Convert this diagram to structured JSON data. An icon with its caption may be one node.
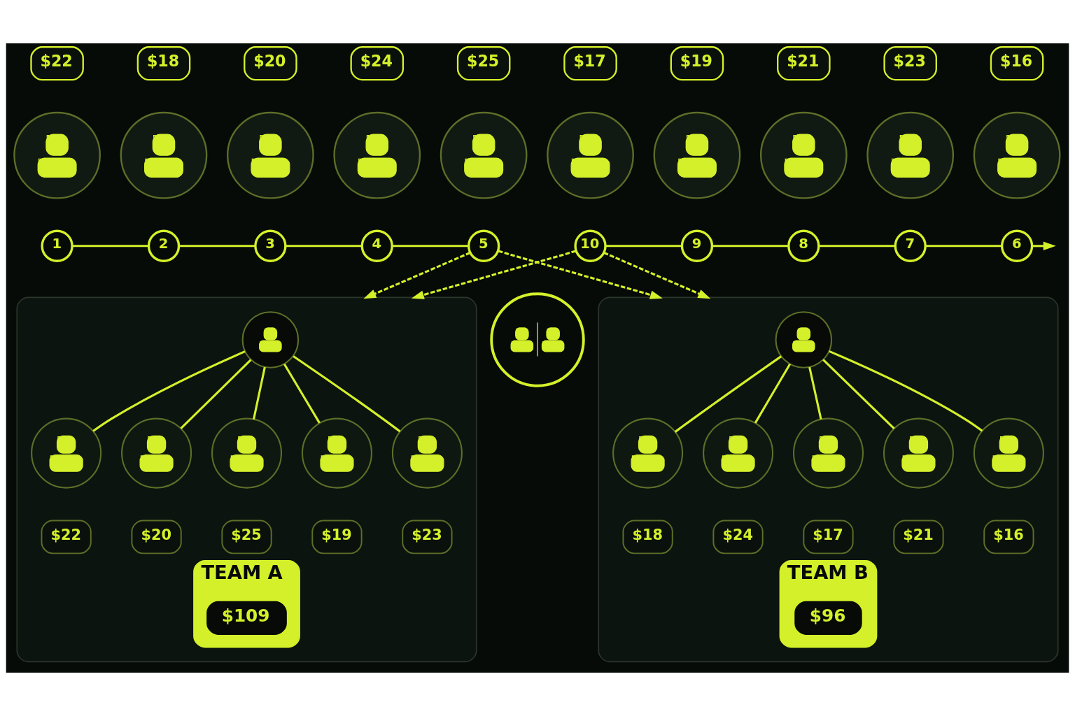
{
  "diagram": {
    "nodes": [
      {
        "text": [
          "$22"
        ]
      },
      {
        "text": [
          "$18"
        ]
      },
      {
        "text": [
          "$20"
        ]
      },
      {
        "text": [
          "$24"
        ]
      },
      {
        "text": [
          "$25"
        ]
      },
      {
        "text": [
          "$17"
        ]
      },
      {
        "text": [
          "$19"
        ]
      },
      {
        "text": [
          "$21"
        ]
      },
      {
        "text": [
          "$23"
        ]
      },
      {
        "text": [
          "$16"
        ]
      },
      {
        "text": [],
        "shape": "person"
      },
      {
        "text": [],
        "shape": "person"
      },
      {
        "text": [],
        "shape": "person"
      },
      {
        "text": [],
        "shape": "person"
      },
      {
        "text": [],
        "shape": "person"
      },
      {
        "text": [],
        "shape": "person"
      },
      {
        "text": [],
        "shape": "person"
      },
      {
        "text": [],
        "shape": "person"
      },
      {
        "text": [],
        "shape": "person"
      },
      {
        "text": [],
        "shape": "person"
      },
      {
        "text": [
          "1"
        ]
      },
      {
        "text": [
          "2"
        ]
      },
      {
        "text": [
          "3"
        ]
      },
      {
        "text": [
          "4"
        ]
      },
      {
        "text": [
          "5"
        ]
      },
      {
        "text": [
          "10"
        ]
      },
      {
        "text": [
          "9"
        ]
      },
      {
        "text": [
          "8"
        ]
      },
      {
        "text": [
          "7"
        ]
      },
      {
        "text": [
          "6"
        ]
      },
      {
        "text": [],
        "shape": "circle"
      },
      {
        "text": [],
        "shape": "box"
      },
      {
        "text": [],
        "shape": "person",
        "in": 31
      },
      {
        "text": [],
        "shape": "person",
        "in": 31
      },
      {
        "text": [],
        "shape": "person",
        "in": 31
      },
      {
        "text": [],
        "shape": "person",
        "in": 31
      },
      {
        "text": [],
        "shape": "person",
        "in": 31
      },
      {
        "text": [],
        "shape": "person",
        "in": 31
      },
      {
        "text": [
          "$22"
        ],
        "in": 31
      },
      {
        "text": [
          "$20"
        ],
        "in": 31
      },
      {
        "text": [
          "$25"
        ],
        "in": 31
      },
      {
        "text": [
          "$19"
        ],
        "in": 31
      },
      {
        "text": [
          "$23"
        ],
        "in": 31
      },
      {
        "text": [
          "TEAM A"
        ],
        "in": 31
      },
      {
        "text": [
          "$109"
        ],
        "in": 43
      },
      {
        "text": [],
        "shape": "box"
      },
      {
        "text": [],
        "shape": "person",
        "in": 45
      },
      {
        "text": [],
        "shape": "person",
        "in": 45
      },
      {
        "text": [],
        "shape": "person",
        "in": 45
      },
      {
        "text": [],
        "shape": "person",
        "in": 45
      },
      {
        "text": [],
        "shape": "person",
        "in": 45
      },
      {
        "text": [],
        "shape": "person",
        "in": 45
      },
      {
        "text": [
          "$18"
        ],
        "in": 45
      },
      {
        "text": [
          "$24"
        ],
        "in": 45
      },
      {
        "text": [
          "$17"
        ],
        "in": 45
      },
      {
        "text": [
          "$21"
        ],
        "in": 45
      },
      {
        "text": [
          "$16"
        ],
        "in": 45
      },
      {
        "text": [
          "TEAM B"
        ],
        "in": 45
      },
      {
        "text": [
          "$96"
        ],
        "in": 57
      }
    ],
    "edges": [
      {
        "from": 20,
        "to": 21,
        "arrow": "none"
      },
      {
        "from": 21,
        "to": 22,
        "arrow": "none"
      },
      {
        "from": 22,
        "to": 23,
        "arrow": "none"
      },
      {
        "from": 23,
        "to": 24,
        "arrow": "none"
      },
      {
        "from": 25,
        "to": 26,
        "arrow": "none"
      },
      {
        "from": 26,
        "to": 27,
        "arrow": "none"
      },
      {
        "from": 27,
        "to": 28,
        "arrow": "none"
      },
      {
        "from": 28,
        "to": 29,
        "arrow": "none"
      },
      {
        "from": 29,
        "to": null,
        "arrow": "to"
      },
      {
        "from": 24,
        "to": 31,
        "arrow": "to",
        "style": "dashed"
      },
      {
        "from": 24,
        "to": 45,
        "arrow": "to",
        "style": "dashed"
      },
      {
        "from": 25,
        "to": 31,
        "arrow": "to",
        "style": "dashed"
      },
      {
        "from": 25,
        "to": 45,
        "arrow": "to",
        "style": "dashed"
      },
      {
        "from": 32,
        "to": 33,
        "arrow": "none"
      },
      {
        "from": 32,
        "to": 34,
        "arrow": "none"
      },
      {
        "from": 32,
        "to": 35,
        "arrow": "none"
      },
      {
        "from": 32,
        "to": 36,
        "arrow": "none"
      },
      {
        "from": 32,
        "to": 37,
        "arrow": "none"
      },
      {
        "from": 46,
        "to": 47,
        "arrow": "none"
      },
      {
        "from": 46,
        "to": 48,
        "arrow": "none"
      },
      {
        "from": 46,
        "to": 49,
        "arrow": "none"
      },
      {
        "from": 46,
        "to": 50,
        "arrow": "none"
      },
      {
        "from": 46,
        "to": 51,
        "arrow": "none"
      }
    ]
  }
}
